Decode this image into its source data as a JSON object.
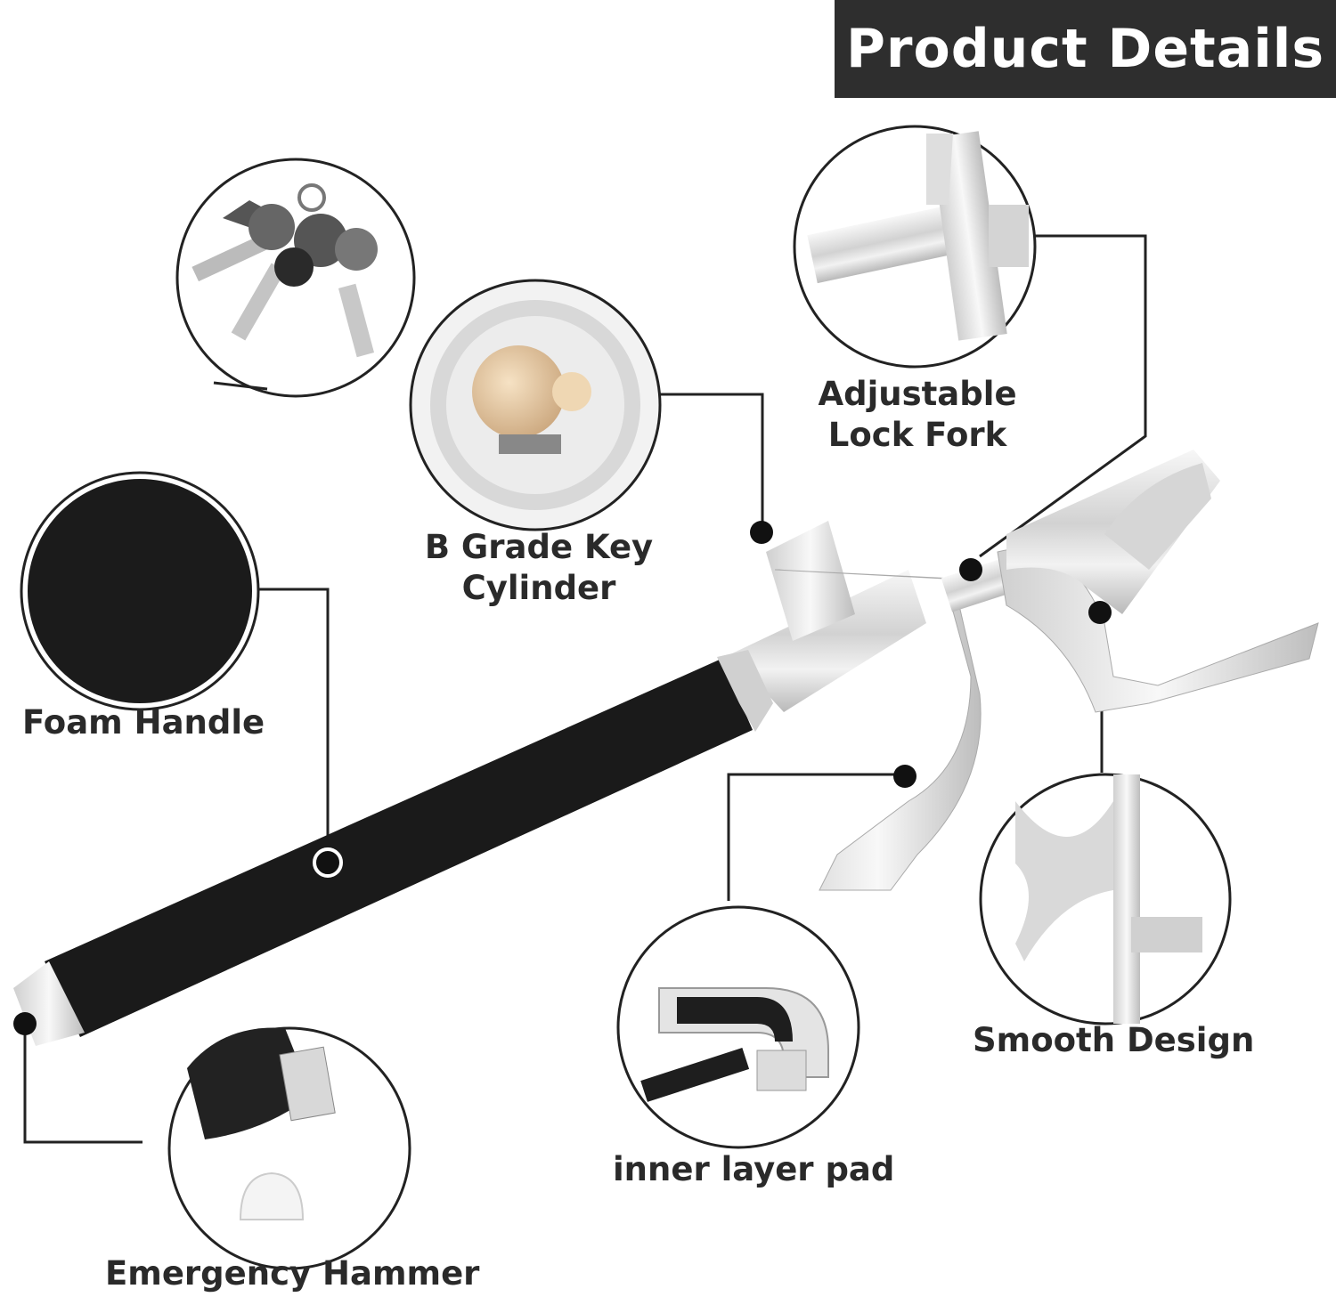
{
  "header": {
    "title": "Product Details"
  },
  "callouts": {
    "key_cylinder": {
      "line1": "B Grade Key",
      "line2": "Cylinder"
    },
    "lock_fork": {
      "line1": "Adjustable",
      "line2": "Lock Fork"
    },
    "foam_handle": {
      "label": "Foam Handle"
    },
    "smooth_design": {
      "label": "Smooth Design"
    },
    "inner_pad": {
      "label": "inner layer pad"
    },
    "emergency_hammer": {
      "label": "Emergency Hammer"
    }
  },
  "colors": {
    "title_background": "#2e2e2e",
    "title_text": "#ffffff",
    "label_text": "#2a2a2a",
    "handle_foam": "#1a1a1a",
    "chrome": "#dcdcdc"
  },
  "icons": [
    "key-icon",
    "lock-cylinder-icon",
    "foam-circle-icon",
    "fork-detail-icon",
    "pad-detail-icon",
    "hammer-tip-icon"
  ]
}
